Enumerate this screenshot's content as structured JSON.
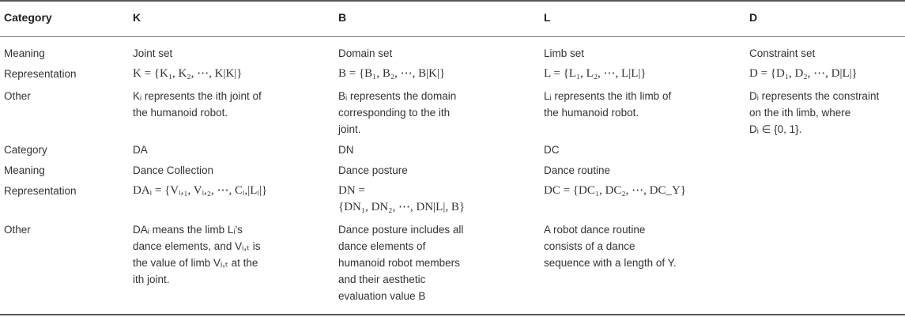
{
  "header": {
    "category": "Category",
    "k": "K",
    "b": "B",
    "l": "L",
    "d": "D"
  },
  "rows1": {
    "meaning_label": "Meaning",
    "representation_label": "Representation",
    "other_label": "Other",
    "k_meaning": "Joint set",
    "b_meaning": "Domain set",
    "l_meaning": "Limb set",
    "d_meaning": "Constraint set",
    "k_repr": "K = {K₁, K₂, ⋯, K|K|}",
    "b_repr": "B = {B₁, B₂, ⋯, B|K|}",
    "l_repr": "L = {L₁, L₂, ⋯, L|L|}",
    "d_repr": "D = {D₁, D₂, ⋯, D|L|}",
    "k_other": [
      "Kᵢ represents the ith joint of",
      "the humanoid robot."
    ],
    "b_other": [
      "Bᵢ represents the domain",
      "corresponding to the ith",
      "joint."
    ],
    "l_other": [
      "Lᵢ represents the ith limb of",
      "the humanoid robot."
    ],
    "d_other": [
      "Dᵢ represents the constraint",
      "on the ith limb, where",
      "Dᵢ ∈ {0, 1}."
    ]
  },
  "rows2": {
    "category_label": "Category",
    "meaning_label": "Meaning",
    "representation_label": "Representation",
    "other_label": "Other",
    "da": "DA",
    "dn": "DN",
    "dc": "DC",
    "da_meaning": "Dance Collection",
    "dn_meaning": "Dance posture",
    "dc_meaning": "Dance routine",
    "da_repr": "DAᵢ = {Vᵢ,₁, Vᵢ,₂, ⋯, Cᵢ,|Lᵢ|}",
    "dn_repr": [
      "DN =",
      "{DN₁, DN₂, ⋯, DN|L|, B}"
    ],
    "dc_repr": "DC = {DC₁, DC₂, ⋯, DC_Y}",
    "da_other": [
      "DAᵢ means the limb Lᵢ's",
      "dance elements, and Vᵢ,ₜ is",
      "the value of limb Vᵢ,ₜ at the",
      "ith joint."
    ],
    "dn_other": [
      "Dance posture includes all",
      "dance elements of",
      "humanoid robot members",
      "and their aesthetic",
      "evaluation value B"
    ],
    "dc_other": [
      "A robot dance routine",
      "consists of a dance",
      "sequence with a length of Y."
    ]
  }
}
